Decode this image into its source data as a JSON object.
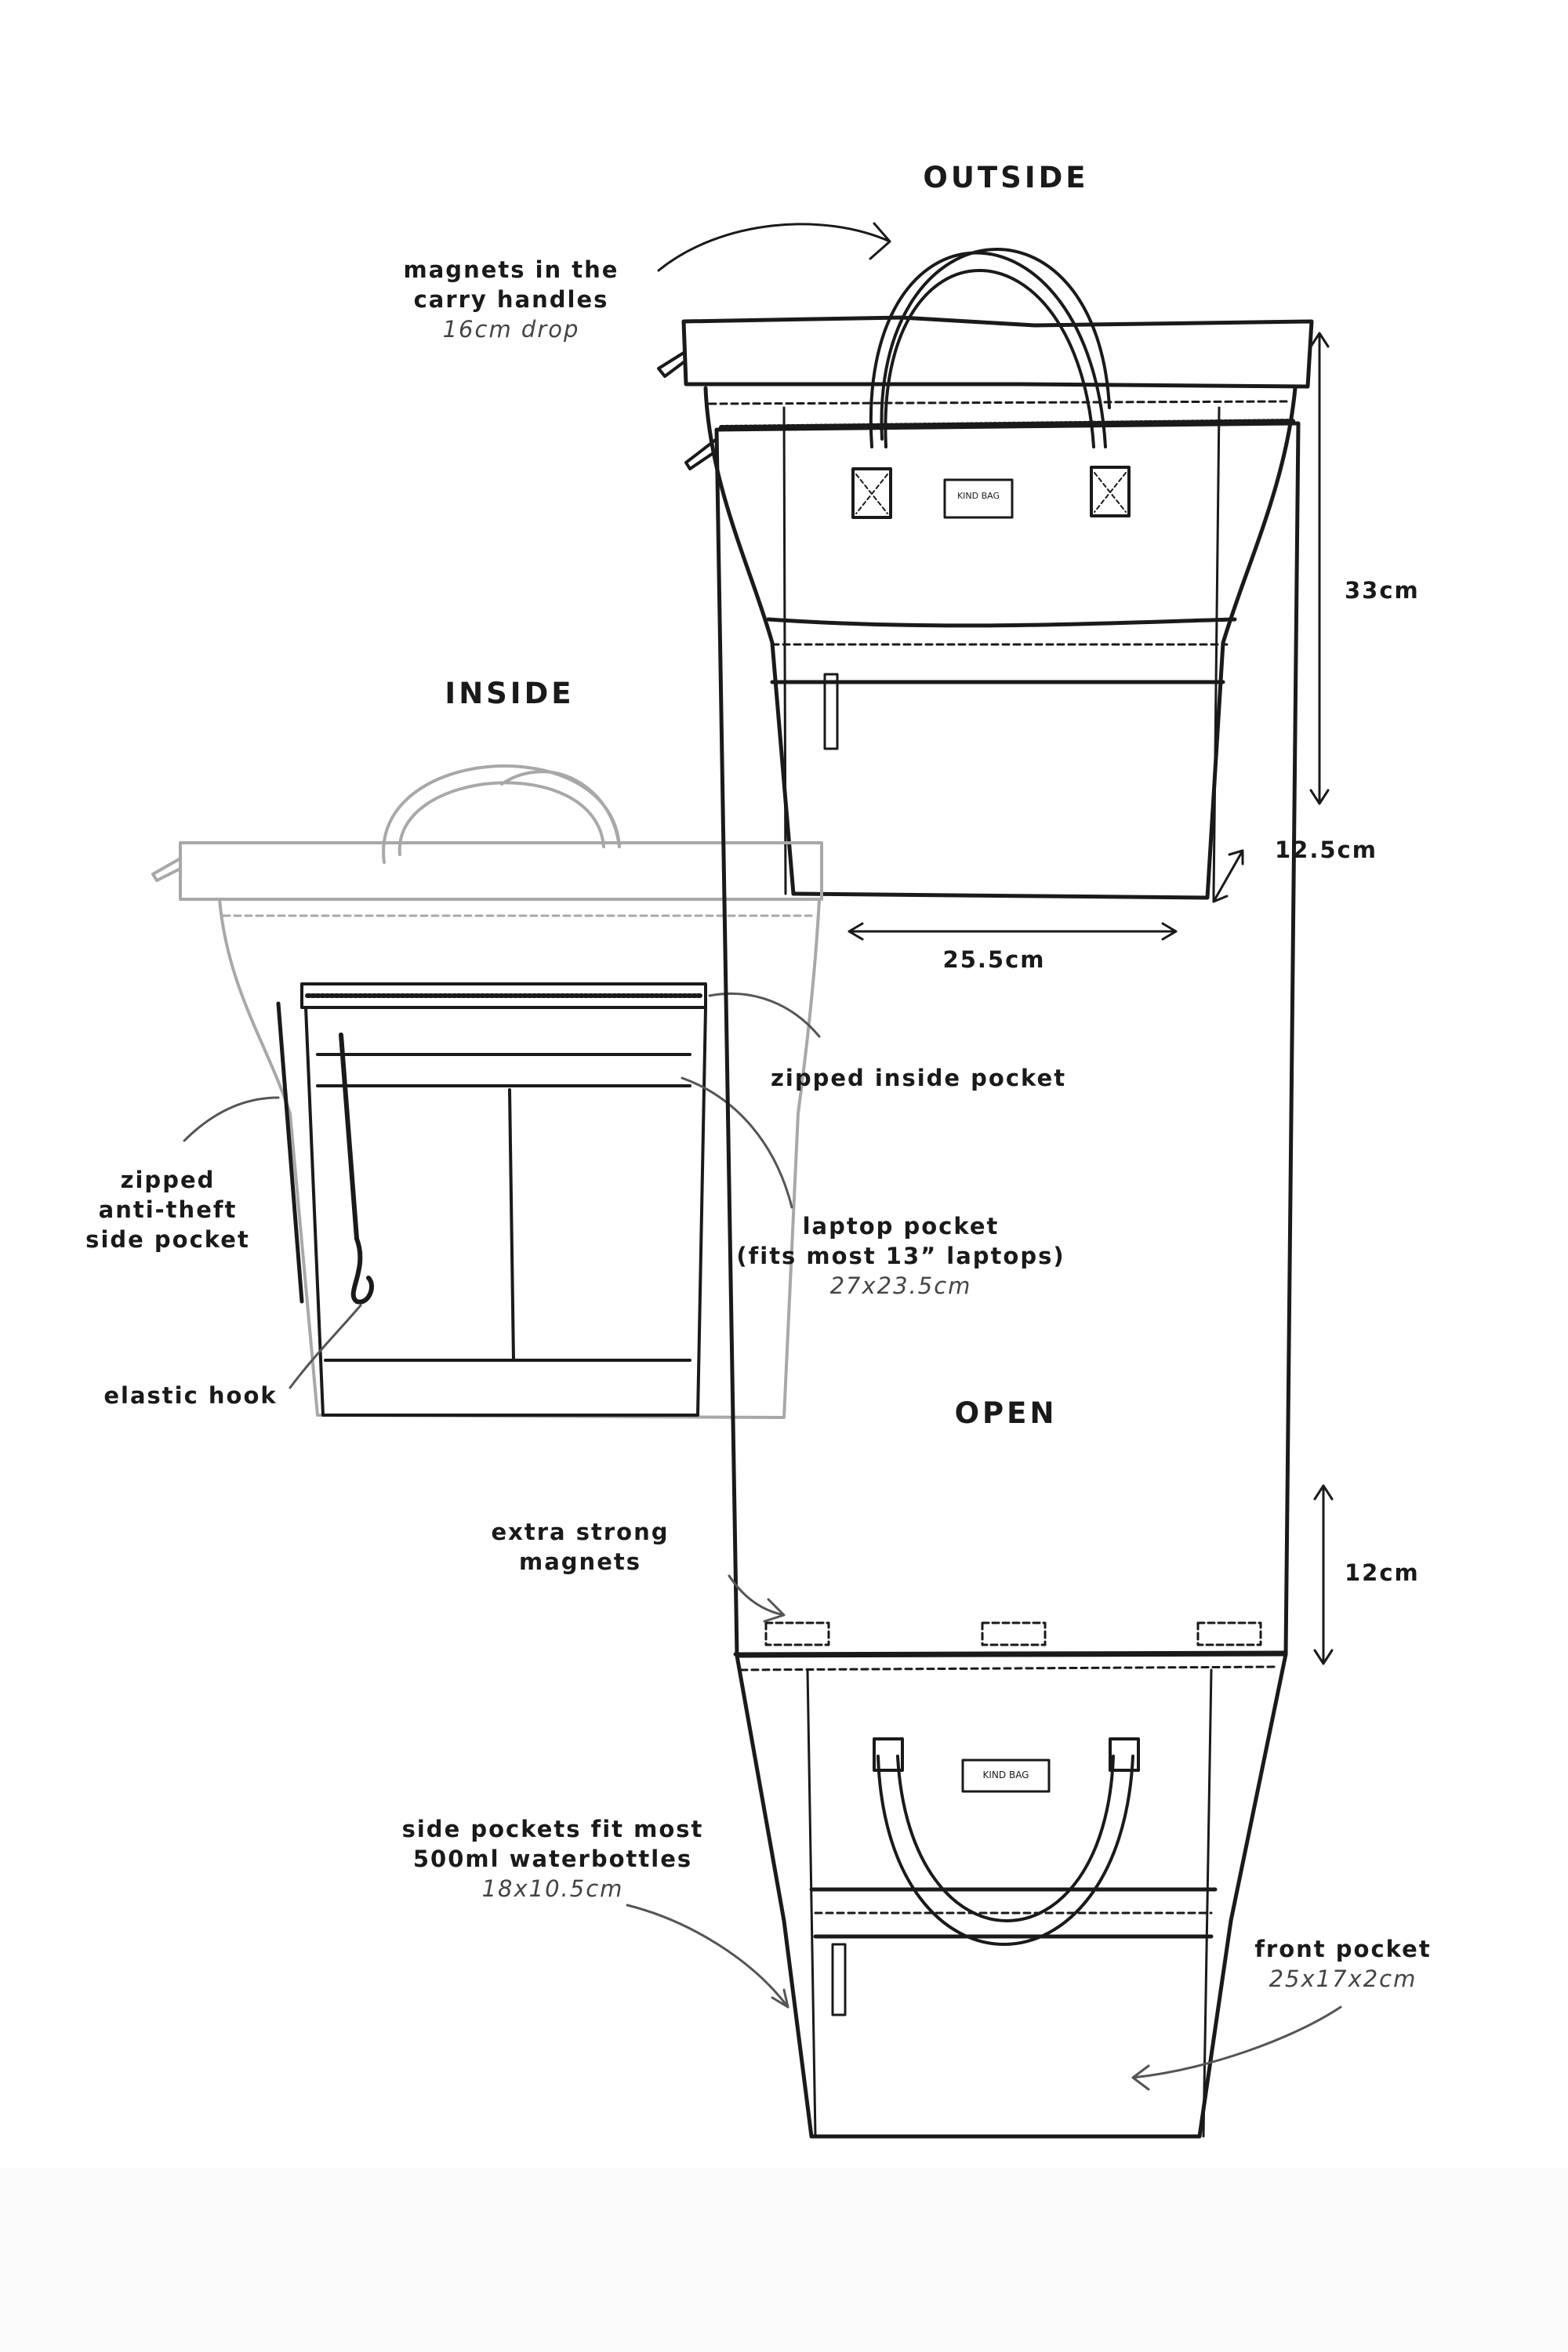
{
  "logo_text": "KIND BAG",
  "outside": {
    "title": "OUTSIDE",
    "handles_label": [
      "magnets in the",
      "carry handles"
    ],
    "handles_drop": "16cm drop",
    "height": "33cm",
    "depth": "12.5cm",
    "width": "25.5cm"
  },
  "inside": {
    "title": "INSIDE",
    "zipped_inside_pocket": "zipped inside pocket",
    "side_pocket": [
      "zipped",
      "anti-theft",
      "side pocket"
    ],
    "laptop_pocket": [
      "laptop pocket",
      "(fits most 13” laptops)"
    ],
    "laptop_size": "27x23.5cm",
    "elastic_hook": "elastic hook"
  },
  "open": {
    "title": "OPEN",
    "magnets_label": [
      "extra strong",
      "magnets"
    ],
    "top_height": "12cm",
    "side_pockets_label": [
      "side pockets fit most",
      "500ml waterbottles"
    ],
    "side_pockets_size": "18x10.5cm",
    "front_pocket_label": "front pocket",
    "front_pocket_size": "25x17x2cm"
  },
  "colors": {
    "ink": "#1a1a1a",
    "ghost": "#a8a8a8"
  }
}
